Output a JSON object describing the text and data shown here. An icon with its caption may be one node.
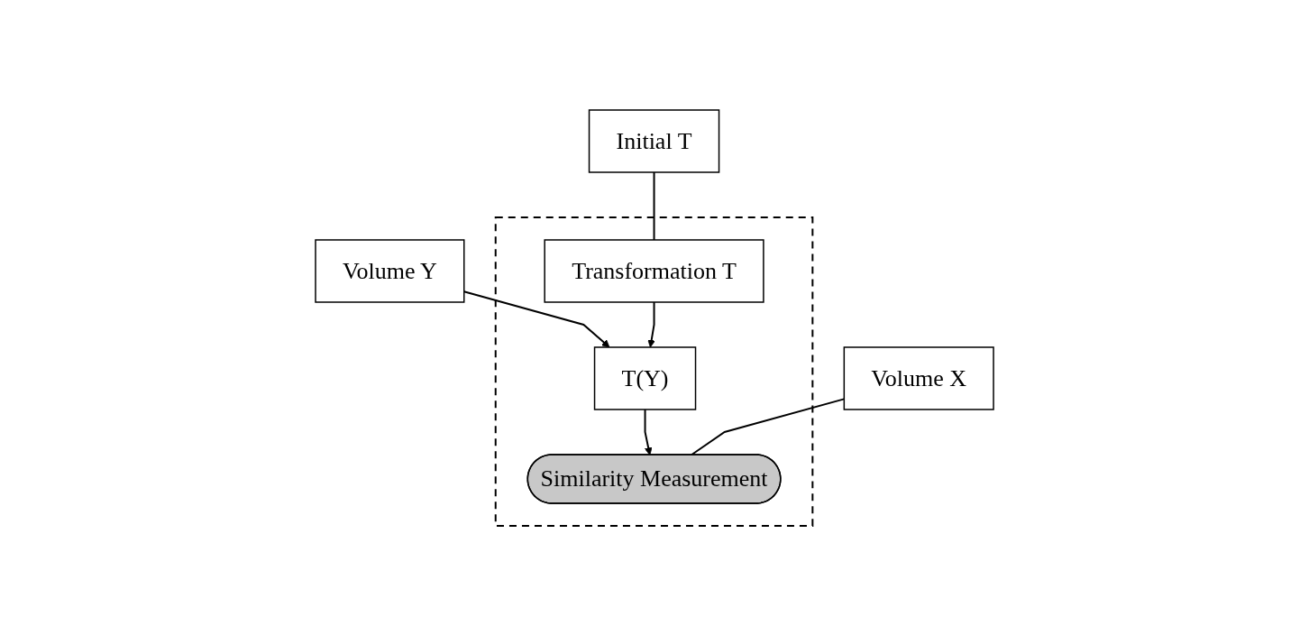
{
  "diagram": {
    "nodes": [
      {
        "text": [
          "Initial T"
        ]
      },
      {
        "text": [
          "Volume Y"
        ]
      },
      {
        "text": [
          "Volume X"
        ]
      },
      {
        "text": [],
        "shape": "box"
      },
      {
        "text": [
          "T(Y)"
        ],
        "in": 3
      },
      {
        "text": [
          "Transformation T"
        ],
        "in": 3
      },
      {
        "text": [
          "Similarity Measurement"
        ],
        "in": 3
      }
    ],
    "edges": [
      {
        "from": 0,
        "to": 5,
        "arrow": "none"
      },
      {
        "from": 1,
        "to": 4,
        "arrow": "to"
      },
      {
        "from": 5,
        "to": 4,
        "arrow": "to"
      },
      {
        "from": 4,
        "to": 6,
        "arrow": "to"
      },
      {
        "from": 2,
        "to": 6,
        "arrow": "none"
      }
    ]
  }
}
